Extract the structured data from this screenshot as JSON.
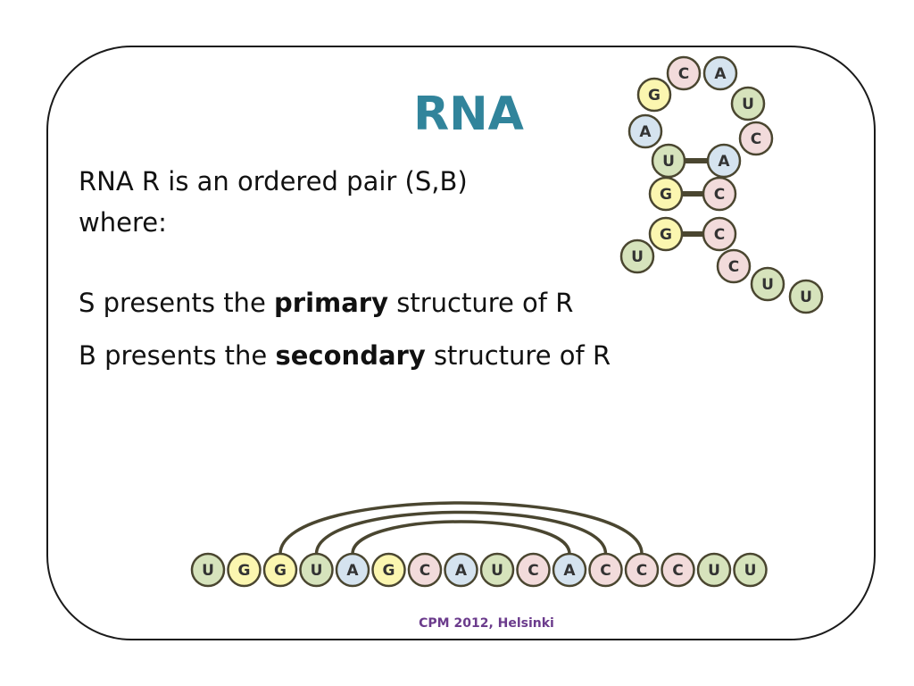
{
  "title": "RNA",
  "text": {
    "line1": "RNA R is an ordered pair (S,B)",
    "line2": "where:",
    "line3": {
      "pre": "S presents the ",
      "bold": "primary",
      "post": " structure of R"
    },
    "line4": {
      "pre": "B presents the ",
      "bold": "secondary",
      "post": " structure of R"
    }
  },
  "footer": "CPM 2012, Helsinki",
  "colors": {
    "U": "#d6e3bc",
    "G": "#fbf6b0",
    "A": "#d5e3ef",
    "C": "#f2dbdb",
    "title": "#31849b",
    "footer": "#6b3b8c",
    "arc": "#4a4630"
  },
  "sequence": [
    "U",
    "G",
    "G",
    "U",
    "A",
    "G",
    "C",
    "A",
    "U",
    "C",
    "A",
    "C",
    "C",
    "C",
    "U",
    "U"
  ],
  "base_pairs": [
    [
      2,
      12
    ],
    [
      3,
      11
    ],
    [
      4,
      10
    ]
  ],
  "hairpin": {
    "nucleotides": [
      "U",
      "G",
      "G",
      "U",
      "A",
      "G",
      "C",
      "A",
      "U",
      "C",
      "A",
      "C",
      "C",
      "C",
      "U",
      "U"
    ],
    "paired": [
      [
        "U",
        "A"
      ],
      [
        "G",
        "C"
      ],
      [
        "G",
        "C"
      ]
    ]
  }
}
